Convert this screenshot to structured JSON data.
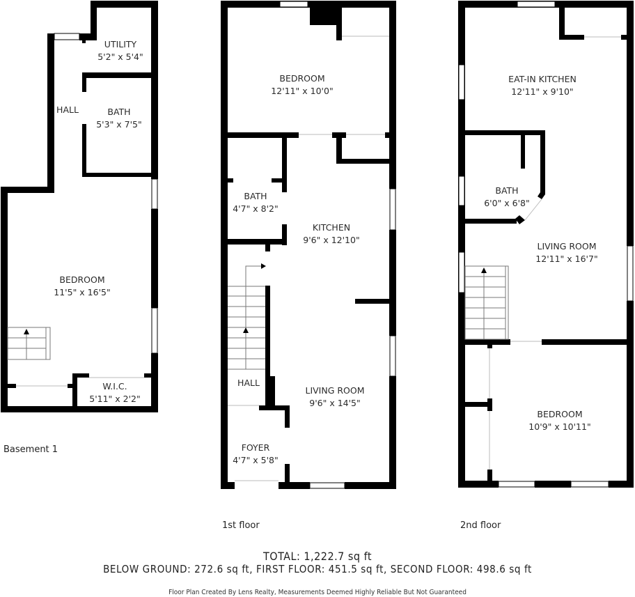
{
  "floors": [
    {
      "name": "Basement 1",
      "rooms": [
        {
          "label": "UTILITY",
          "dims": "5'2\" x 5'4\""
        },
        {
          "label": "HALL",
          "dims": ""
        },
        {
          "label": "BATH",
          "dims": "5'3\" x 7'5\""
        },
        {
          "label": "BEDROOM",
          "dims": "11'5\" x 16'5\""
        },
        {
          "label": "W.I.C.",
          "dims": "5'11\" x 2'2\""
        }
      ]
    },
    {
      "name": "1st floor",
      "rooms": [
        {
          "label": "BEDROOM",
          "dims": "12'11\" x 10'0\""
        },
        {
          "label": "BATH",
          "dims": "4'7\" x 8'2\""
        },
        {
          "label": "KITCHEN",
          "dims": "9'6\" x 12'10\""
        },
        {
          "label": "HALL",
          "dims": ""
        },
        {
          "label": "LIVING ROOM",
          "dims": "9'6\" x 14'5\""
        },
        {
          "label": "FOYER",
          "dims": "4'7\" x 5'8\""
        }
      ]
    },
    {
      "name": "2nd floor",
      "rooms": [
        {
          "label": "EAT-IN KITCHEN",
          "dims": "12'11\" x 9'10\""
        },
        {
          "label": "BATH",
          "dims": "6'0\" x 6'8\""
        },
        {
          "label": "LIVING ROOM",
          "dims": "12'11\" x 16'7\""
        },
        {
          "label": "BEDROOM",
          "dims": "10'9\" x 10'11\""
        }
      ]
    }
  ],
  "summary": {
    "total": "TOTAL: 1,222.7 sq ft",
    "breakdown": "BELOW GROUND: 272.6 sq ft, FIRST FLOOR: 451.5 sq ft, SECOND FLOOR: 498.6 sq ft"
  },
  "footer": "Floor Plan Created By Lens Realty, Measurements Deemed Highly Reliable But Not Guaranteed"
}
